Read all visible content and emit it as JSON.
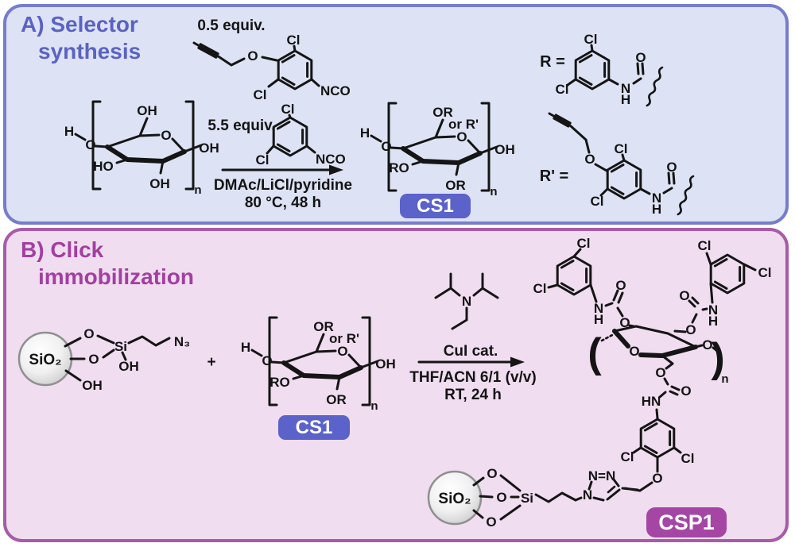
{
  "panel_a": {
    "title1": "A) Selector",
    "title2": "synthesis",
    "equiv1": "0.5 equiv.",
    "equiv2": "5.5 equiv.",
    "cond1": "DMAc/LiCl/pyridine",
    "cond2": "80 °C, 48 h",
    "badge": "CS1",
    "r_label": "R =",
    "rp_label": "R' ="
  },
  "panel_b": {
    "title1": "B) Click",
    "title2": "immobilization",
    "plus": "+",
    "badge_cs1": "CS1",
    "catalyst": "CuI cat.",
    "cond1": "THF/ACN 6/1 (v/v)",
    "cond2": "RT, 24 h",
    "badge": "CSP1"
  },
  "atoms": {
    "h": "H",
    "o": "O",
    "oh": "OH",
    "ho": "HO",
    "or": "OR",
    "ro": "RO",
    "or_rp": "or R'",
    "n": "n",
    "cl": "Cl",
    "nco": "NCO",
    "nh_n": "N",
    "nh_h": "H",
    "hn": "HN",
    "n3": "N₃",
    "si": "Si",
    "sio2": "SiO₂",
    "n_amine": "N",
    "nn": "N=N",
    "paren_l": "(",
    "paren_r": ")"
  },
  "colors": {
    "panel_a_bg": "#dde3f4",
    "panel_a_border": "#767dcb",
    "panel_a_accent": "#5a62c4",
    "panel_b_bg": "#f0ddf0",
    "panel_b_border": "#a75ca7",
    "panel_b_accent": "#a23fa0",
    "badge_cs1": "#5b62c9",
    "badge_csp1": "#a546a5",
    "bond": "#151515"
  }
}
